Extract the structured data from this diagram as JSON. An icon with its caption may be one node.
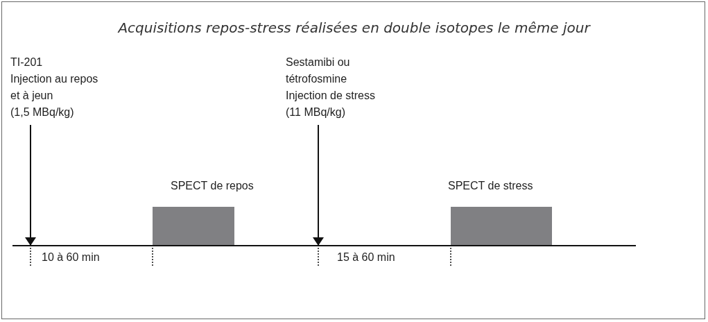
{
  "diagram": {
    "title": "Acquisitions repos-stress réalisées en double isotopes le même jour",
    "nodes": [
      {
        "text": [
          "TI-201",
          "Injection au repos et à jeun",
          "(1,5 MBq/kg)"
        ]
      },
      {
        "text": [
          "SPECT de repos"
        ]
      },
      {
        "text": [
          "Sestamibi ou tétrofosmine",
          "Injection de stress",
          "(11 MBq/kg)"
        ]
      },
      {
        "text": [
          "SPECT de stress"
        ]
      }
    ],
    "edges": [
      {
        "from": 0,
        "to": null,
        "arrow": "to"
      },
      {
        "from": 2,
        "to": null,
        "arrow": "to"
      }
    ],
    "labels": [
      "10 à 60 min",
      "15 à 60 min"
    ]
  }
}
